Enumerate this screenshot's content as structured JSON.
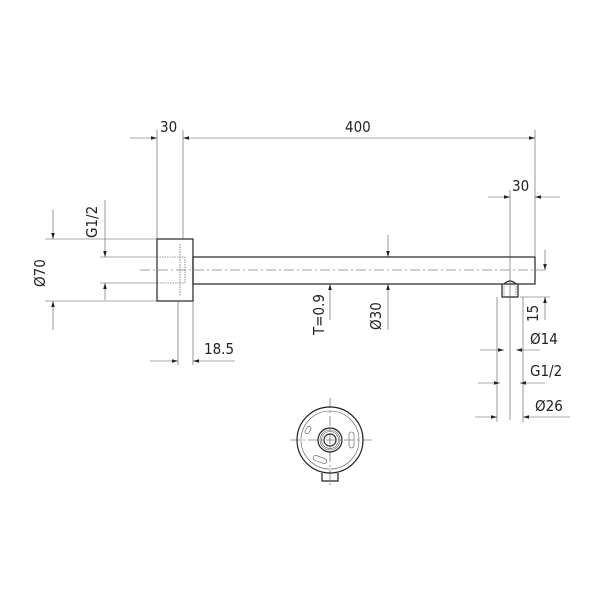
{
  "dimensions": {
    "flange_width": "30",
    "arm_length": "400",
    "outlet_offset": "30",
    "inlet_thread": "G1/2",
    "flange_diameter": "Ø70",
    "wall_thickness": "T=0.9",
    "pipe_diameter": "Ø30",
    "flange_depth": "18.5",
    "outlet_height": "15",
    "outlet_diameter": "Ø14",
    "outlet_thread": "G1/2",
    "outlet_outer_diameter": "Ø26"
  }
}
